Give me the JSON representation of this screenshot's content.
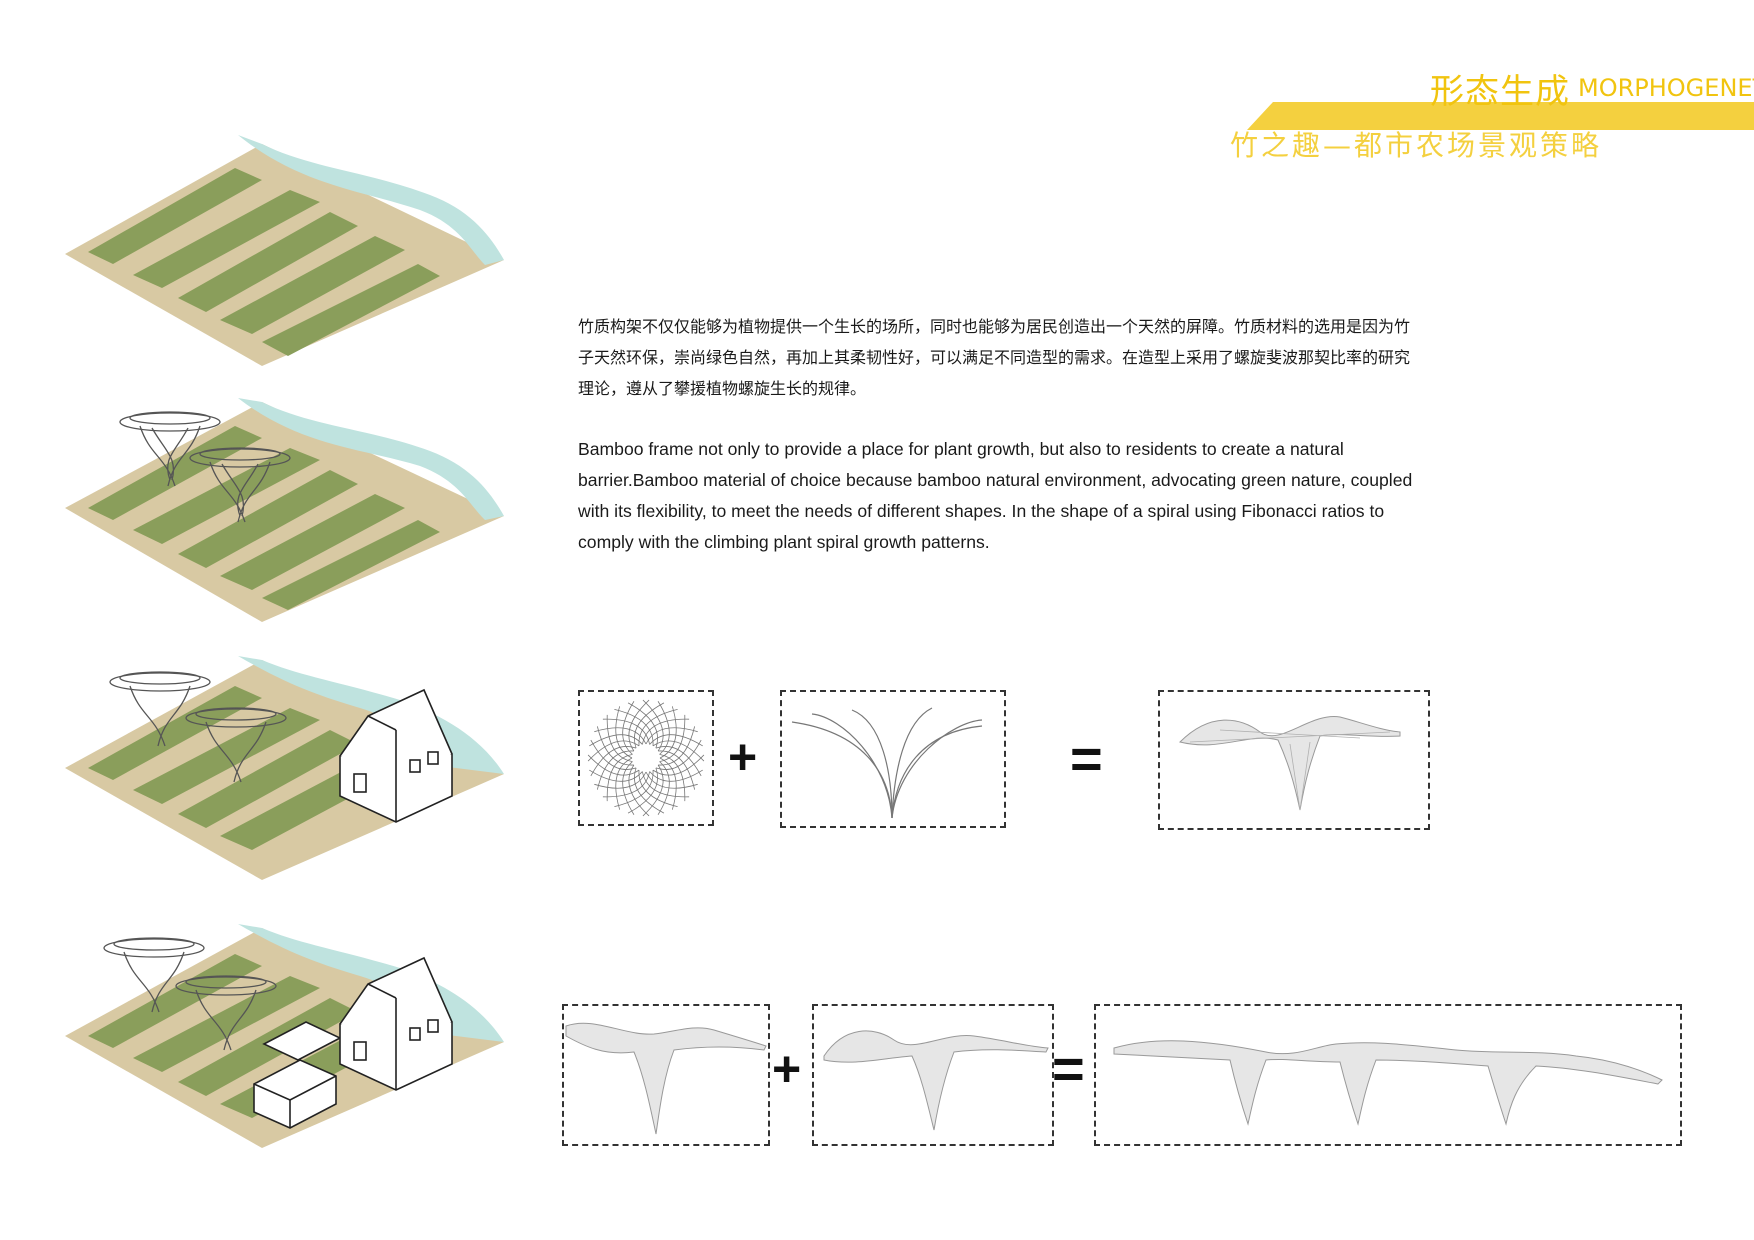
{
  "header": {
    "title_cn": "形态生成",
    "title_en": "MORPHOGENETIC",
    "subtitle_cn": "竹之趣—都市农场景观策略",
    "accent_color": "#f4d03f"
  },
  "description": {
    "cn": "竹质构架不仅仅能够为植物提供一个生长的场所，同时也能够为居民创造出一个天然的屏障。竹质材料的选用是因为竹子天然环保，崇尚绿色自然，再加上其柔韧性好，可以满足不同造型的需求。在造型上采用了螺旋斐波那契比率的研究理论，遵从了攀援植物螺旋生长的规律。",
    "en": "Bamboo frame not only to provide a place for plant growth, but also to residents to create a natural barrier.Bamboo material of choice because bamboo natural environment, advocating green nature, coupled with its flexibility, to meet the needs of different shapes. In the shape of a spiral using Fibonacci ratios to comply with the climbing plant spiral growth patterns."
  },
  "equation_row_1": {
    "operators": [
      "+",
      "="
    ]
  },
  "equation_row_2": {
    "operators": [
      "+",
      "="
    ]
  },
  "colors": {
    "ground": "#d8c9a3",
    "field": "#8a9e5b",
    "water": "#bfe3df",
    "line": "#555555"
  }
}
